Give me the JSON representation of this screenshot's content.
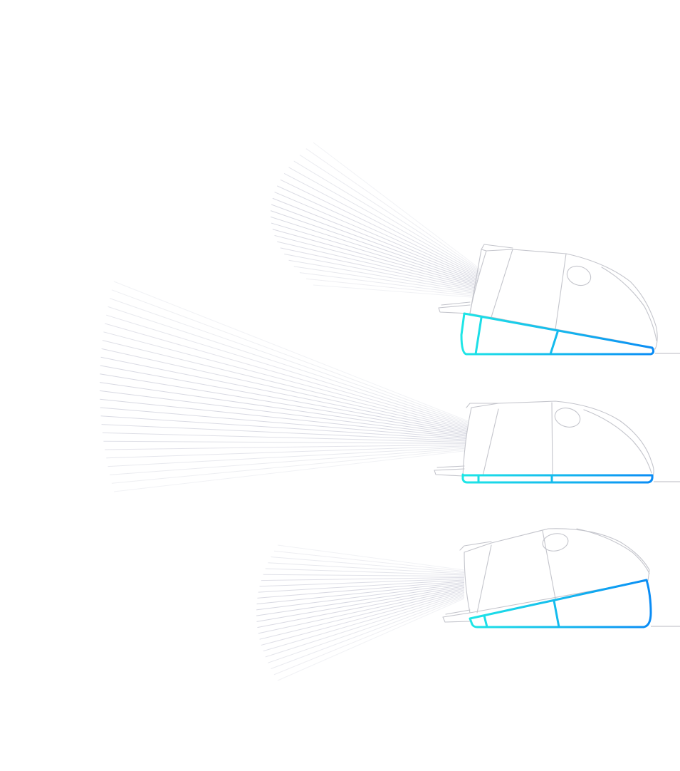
{
  "diagram": {
    "type": "mouse-tilt-illustration",
    "variants": [
      {
        "name": "tilt-back",
        "base_tilt": "raised-front"
      },
      {
        "name": "flat",
        "base_tilt": "flat"
      },
      {
        "name": "tilt-forward",
        "base_tilt": "raised-back"
      }
    ],
    "colors": {
      "background": "#ffffff",
      "rays": "#d8d9e2",
      "outline": "#c4c5cc",
      "gradient_start": "#1ee6e6",
      "gradient_end": "#0a8cf5",
      "ground": "#b9bac2"
    }
  }
}
